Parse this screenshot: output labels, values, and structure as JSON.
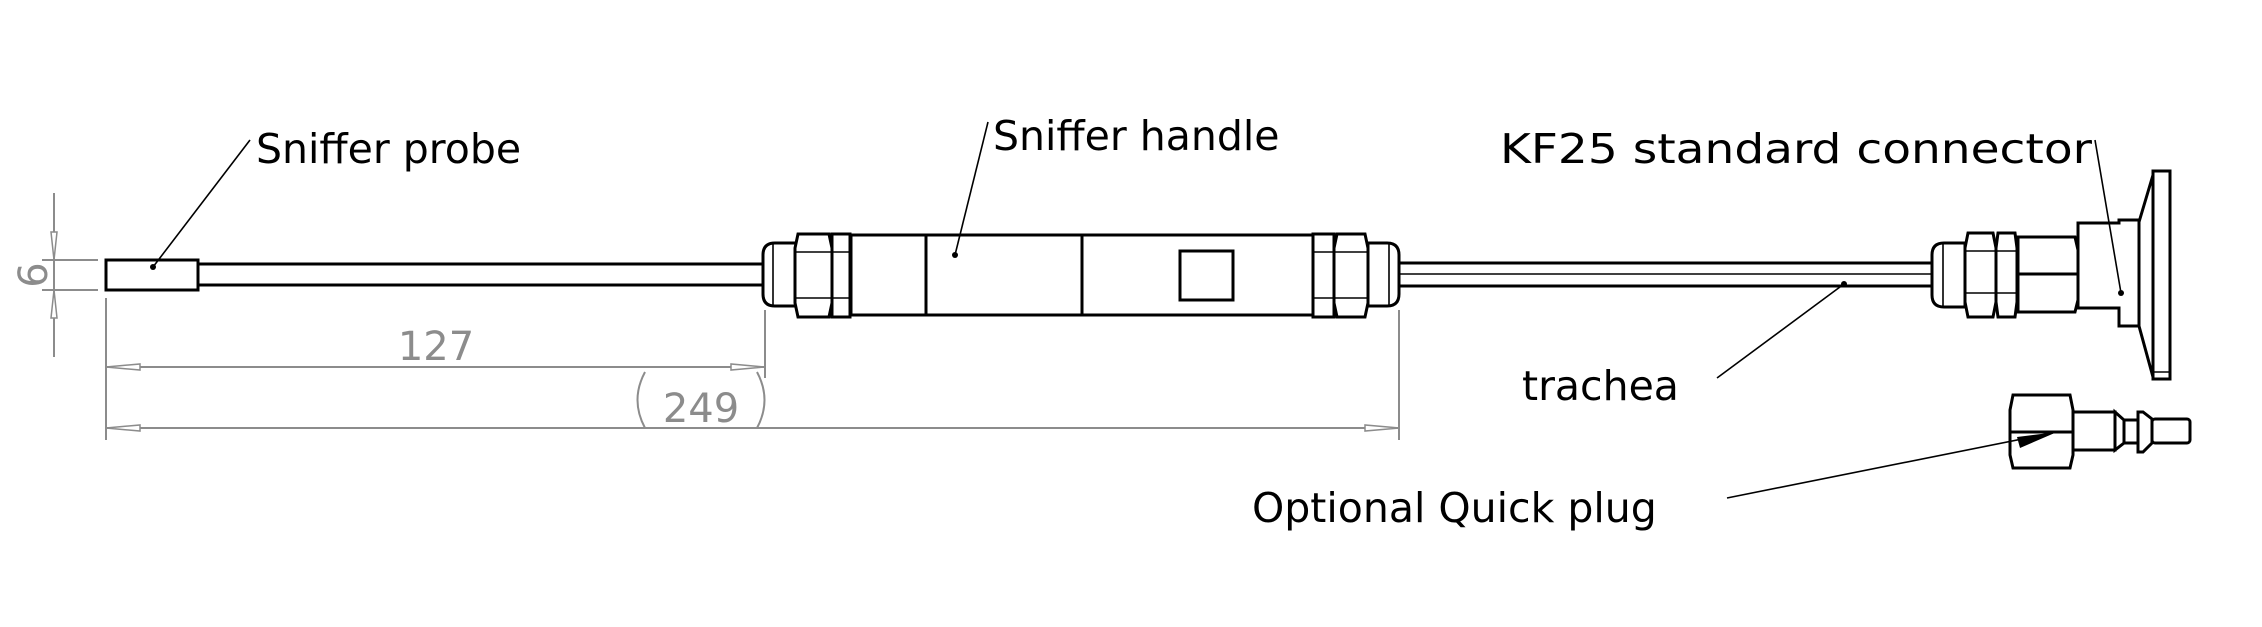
{
  "labels": {
    "probe": "Sniffer probe",
    "handle": "Sniffer handle",
    "connector": "KF25 standard connector",
    "trachea": "trachea",
    "quick_plug": "Optional Quick plug"
  },
  "dimensions": {
    "diameter": "6",
    "probe_length": "127",
    "total_length": "249"
  }
}
